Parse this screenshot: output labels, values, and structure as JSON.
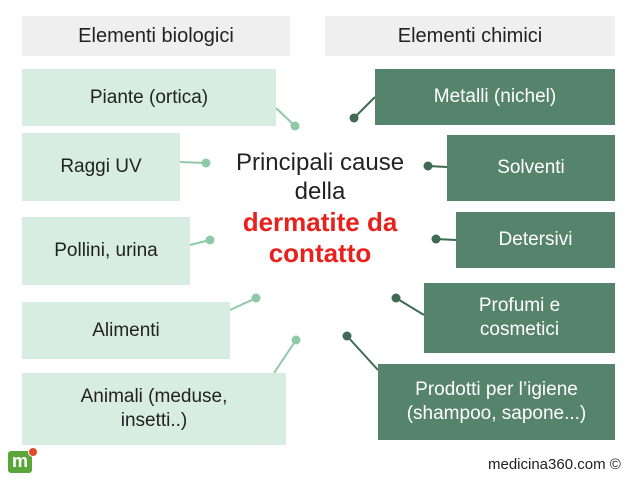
{
  "headers": {
    "biological": "Elementi biologici",
    "chemical": "Elementi chimici"
  },
  "center": {
    "line1": "Principali cause",
    "line2": "della",
    "line3": "dermatite da",
    "line4": "contatto"
  },
  "biological_items": [
    {
      "label": "Piante (ortica)"
    },
    {
      "label": "Raggi UV"
    },
    {
      "label": "Pollini, urina"
    },
    {
      "label": "Alimenti"
    },
    {
      "label": "Animali (meduse, insetti..)"
    }
  ],
  "chemical_items": [
    {
      "label": "Metalli (nichel)"
    },
    {
      "label": "Solventi"
    },
    {
      "label": "Detersivi"
    },
    {
      "label": "Profumi e cosmetici"
    },
    {
      "label": "Prodotti per l’igiene (shampoo, sapone...)"
    }
  ],
  "footer": {
    "logo_letter": "m",
    "brand": "medicina360",
    "suffix": ".com ©"
  },
  "colors": {
    "biological_fill": "#d8ede1",
    "chemical_fill": "#56836c",
    "connector_light": "#8fc9a7",
    "connector_dark": "#3f6a54",
    "highlight": "#e8211d"
  }
}
